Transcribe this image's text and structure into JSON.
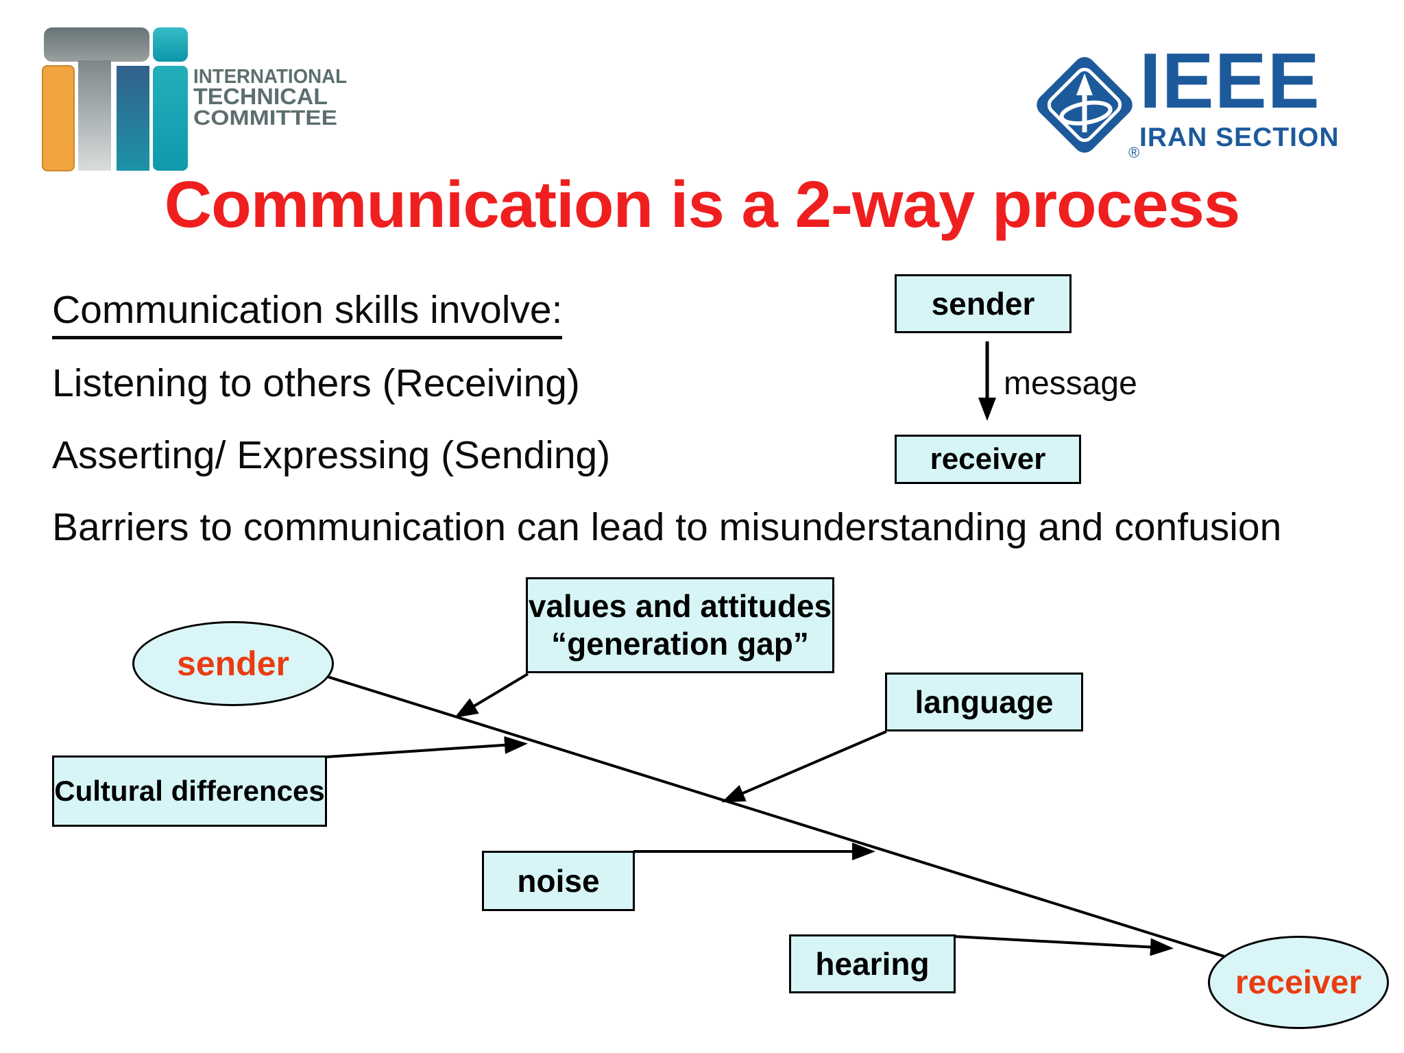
{
  "header": {
    "itc_logo": {
      "lines": [
        "INTERNATIONAL",
        "TECHNICAL",
        "COMMITTEE"
      ]
    },
    "ieee_logo": {
      "name": "IEEE",
      "subtitle": "IRAN SECTION",
      "registered": "®"
    }
  },
  "title": "Communication is a 2-way process",
  "body": {
    "heading": "Communication skills involve:",
    "line1": "Listening to others (Receiving)",
    "line2": "Asserting/ Expressing (Sending)",
    "barriers": "Barriers to communication can lead to misunderstanding and confusion"
  },
  "mini_diagram": {
    "sender": "sender",
    "message": "message",
    "receiver": "receiver"
  },
  "diagram": {
    "sender": "sender",
    "receiver": "receiver",
    "values_line1": "values and attitudes",
    "values_line2": "“generation gap”",
    "language": "language",
    "cultural": "Cultural differences",
    "noise": "noise",
    "hearing": "hearing"
  },
  "colors": {
    "title_red": "#ef1f1f",
    "box_fill": "#d7f5f7",
    "ellipse_label": "#ea3c12",
    "ieee_blue": "#1d5a9c",
    "itc_orange": "#f2a440",
    "itc_teal": "#14a7b6",
    "itc_text_gray": "#5d6e6f",
    "line_black": "#000000"
  }
}
